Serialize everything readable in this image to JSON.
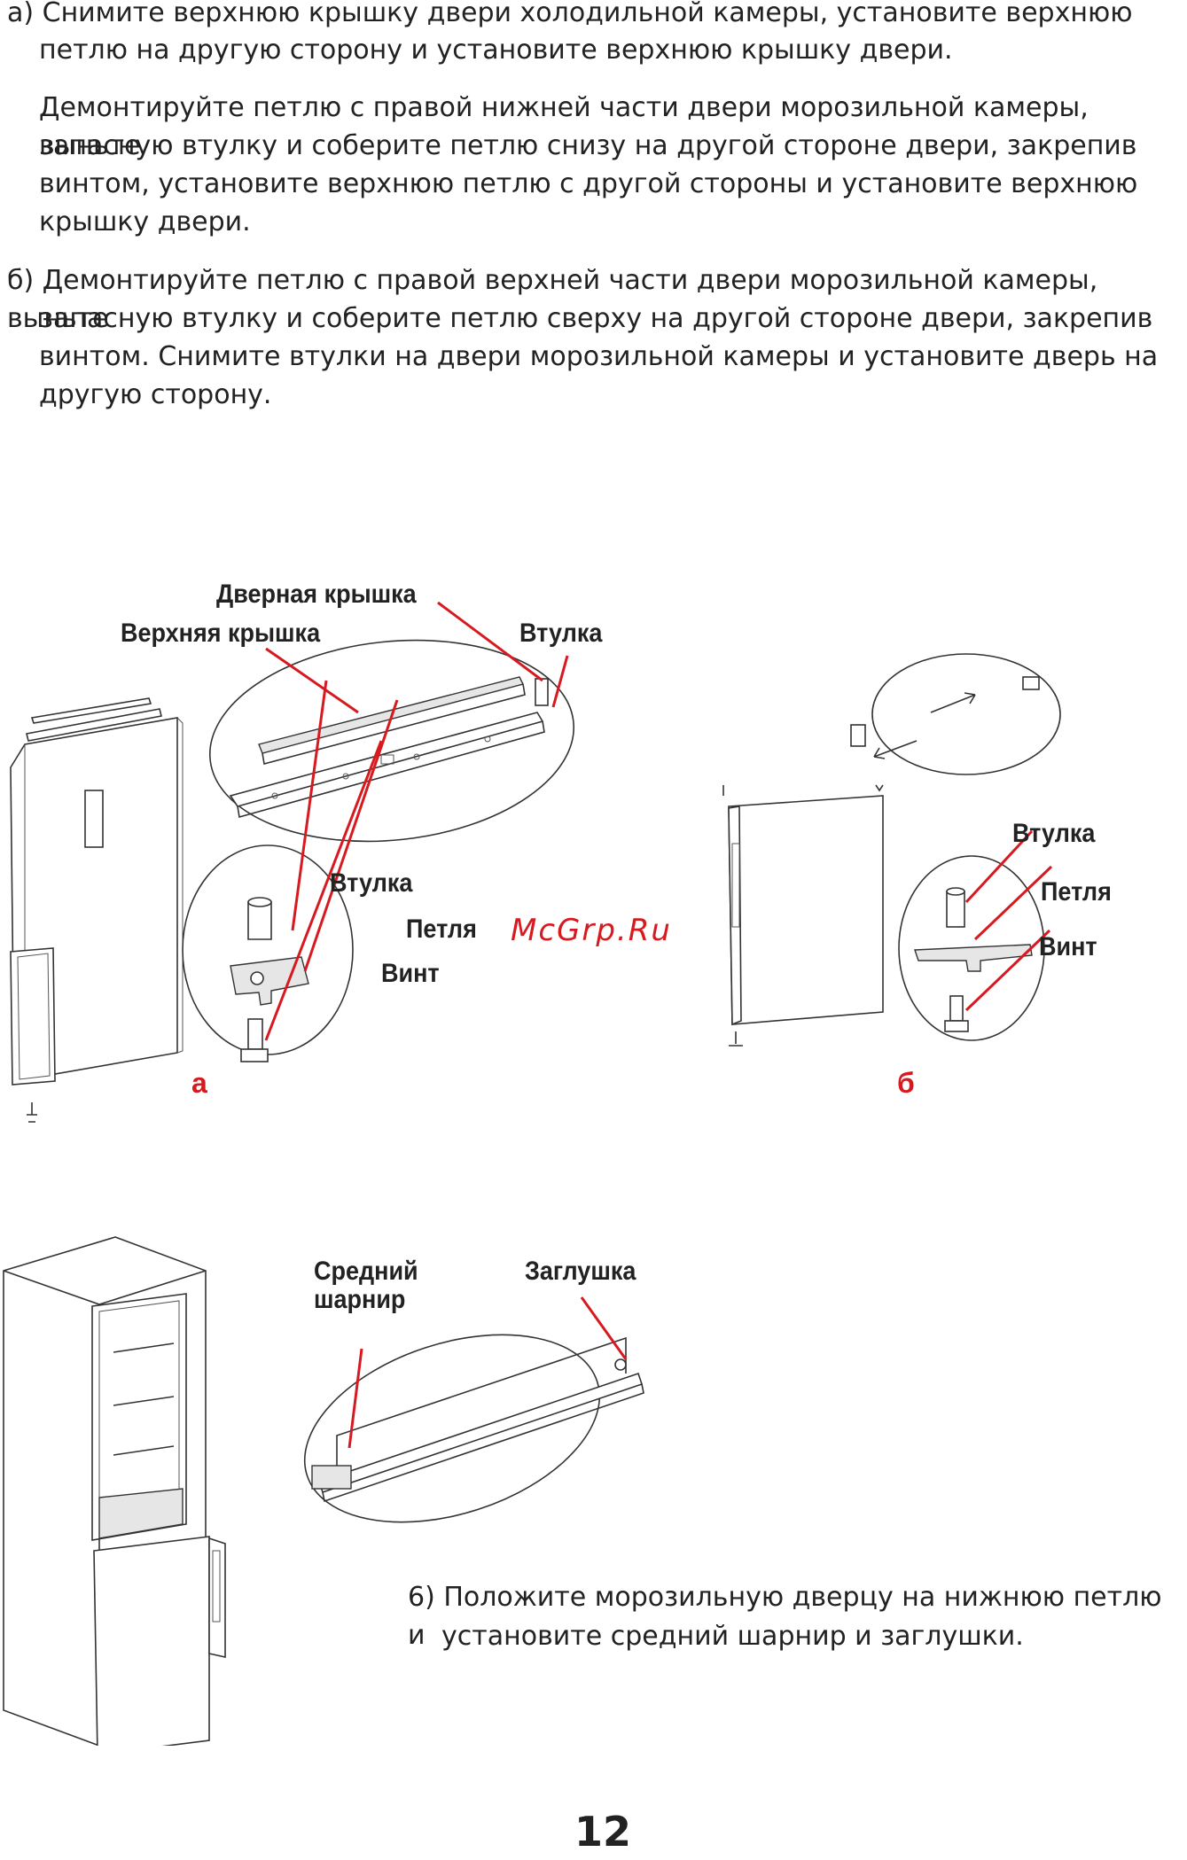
{
  "steps": {
    "a_line1": "а) Снимите верхнюю крышку двери холодильной камеры, установите верхнюю",
    "a_line2": "петлю на другую сторону и установите верхнюю крышку двери.",
    "a2_line1": "Демонтируйте петлю с правой нижней части двери морозильной камеры, выньте",
    "a2_line2": "запасную втулку и соберите петлю снизу на другой стороне двери, закрепив",
    "a2_line3": "винтом, установите верхнюю петлю с другой стороны и установите верхнюю",
    "a2_line4": "крышку двери.",
    "b_line1": "б) Демонтируйте петлю с правой верхней части двери морозильной камеры, выньте",
    "b_line2": "запасную втулку и соберите петлю сверху на другой стороне двери, закрепив",
    "b_line3": "винтом. Снимите втулки на двери морозильной камеры и установите дверь на",
    "b_line4": "другую сторону.",
    "six_line1": "6) Положите морозильную дверцу на нижнюю петлю и",
    "six_line2": "установите средний шарнир и заглушки."
  },
  "figure_top": {
    "door_cover": "Дверная крышка",
    "top_cover": "Верхняя крышка",
    "bushing_top": "Втулка",
    "bushing_a": "Втулка",
    "hinge_a": "Петля",
    "screw_a": "Винт",
    "marker_a": "а",
    "bushing_b": "Втулка",
    "hinge_b": "Петля",
    "screw_b": "Винт",
    "marker_b": "б"
  },
  "figure_bottom": {
    "middle_hinge_l1": "Средний",
    "middle_hinge_l2": "шарнир",
    "plug": "Заглушка"
  },
  "watermark": "McGrp.Ru",
  "page_number": "12",
  "colors": {
    "accent_red": "#d71920",
    "text": "#222222"
  }
}
